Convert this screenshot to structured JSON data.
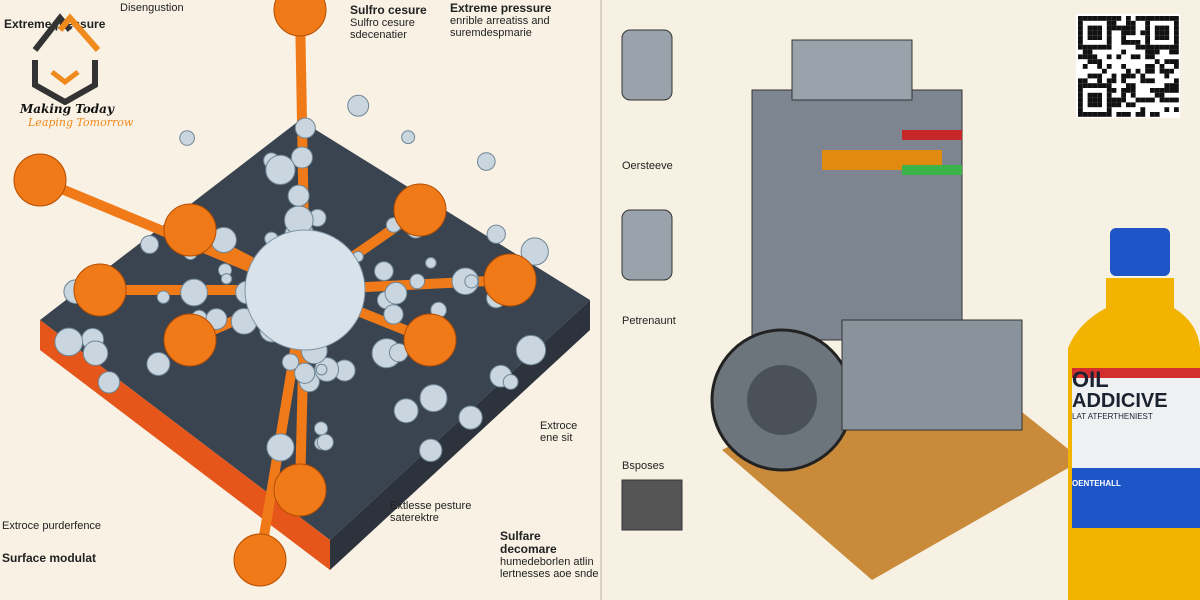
{
  "left_panel": {
    "labels": {
      "top_left": "Extreme pressure",
      "top_left_2": "Disengustion",
      "top_center": "Sulfro cesure",
      "top_center_sub": "Sulfro cesure sdecenatier",
      "top_right": "Extreme pressure",
      "top_right_sub": "enrible arreatiss and suremdespmarie",
      "mid_right": "Extroce",
      "mid_right_sub": "ene sit",
      "bottom_left": "Surface modulat",
      "bottom_left_2": "Extroce purderfence",
      "bottom_center": "Extlesse pesture saterektre",
      "bottom_right": "Sulfare decomare",
      "bottom_right_sub": "humedeborlen atlin lertnesses aoe snde"
    }
  },
  "logo": {
    "line1": "Making Today",
    "line2": "Leaping Tomorrow",
    "accent_color": "#f08a1c"
  },
  "right_panel": {
    "labels": {
      "a": "Oersteeve",
      "b": "Petrenaunt",
      "c": "Bsposes"
    },
    "bottle": {
      "title_line1": "OIL",
      "title_line2": "ADDICIVE",
      "subtitle": "LAT ATFERTHENIEST",
      "badge": "OENTEHALL",
      "oil_color": "#f2b400",
      "cap_color": "#1e56c8"
    }
  },
  "colors": {
    "orange": "#f07a18",
    "steel": "#9fb3c2",
    "dark_base": "#3a4450"
  }
}
